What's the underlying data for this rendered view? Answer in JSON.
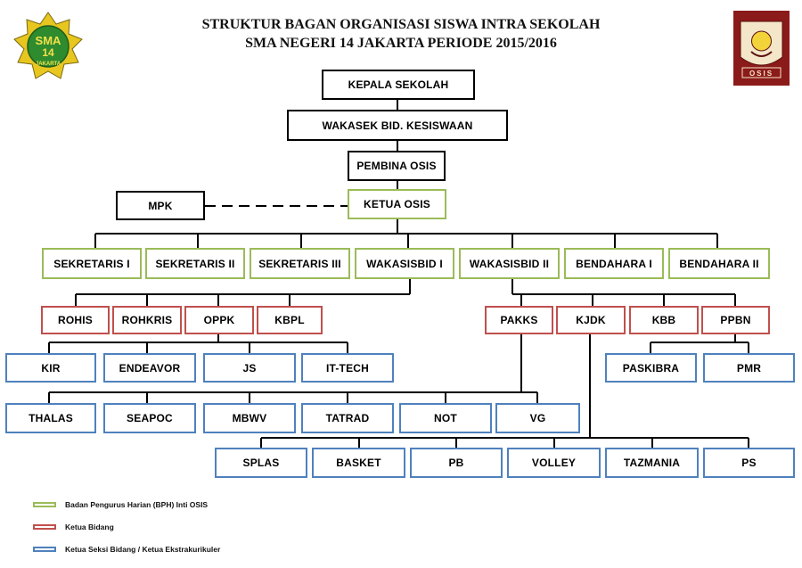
{
  "title": {
    "line1": "STRUKTUR BAGAN ORGANISASI SISWA INTRA SEKOLAH",
    "line2": "SMA NEGERI 14 JAKARTA PERIODE 2015/2016"
  },
  "logos": {
    "left": {
      "icon": "sma14-emblem-icon",
      "lines": [
        "SMA",
        "14",
        "JAKARTA"
      ]
    },
    "right": {
      "icon": "osis-emblem-icon",
      "text": "OSIS"
    }
  },
  "colors": {
    "black": "#000000",
    "green": "#9bbb59",
    "red": "#c0504d",
    "blue": "#4f81bd"
  },
  "nodes": {
    "kepala_sekolah": "KEPALA SEKOLAH",
    "wakasek": "WAKASEK BID. KESISWAAN",
    "pembina": "PEMBINA OSIS",
    "ketua": "KETUA OSIS",
    "mpk": "MPK",
    "sekretaris_1": "SEKRETARIS I",
    "sekretaris_2": "SEKRETARIS II",
    "sekretaris_3": "SEKRETARIS III",
    "wakasisbid_1": "WAKASISBID I",
    "wakasisbid_2": "WAKASISBID II",
    "bendahara_1": "BENDAHARA I",
    "bendahara_2": "BENDAHARA II",
    "rohis": "ROHIS",
    "rohkris": "ROHKRIS",
    "oppk": "OPPK",
    "kbpl": "KBPL",
    "pakks": "PAKKS",
    "kjdk": "KJDK",
    "kbb": "KBB",
    "ppbn": "PPBN",
    "kir": "KIR",
    "endeavor": "ENDEAVOR",
    "js": "JS",
    "it_tech": "IT-TECH",
    "paskibra": "PASKIBRA",
    "pmr": "PMR",
    "thalas": "THALAS",
    "seapoc": "SEAPOC",
    "mbwv": "MBWV",
    "tatrad": "TATRAD",
    "not": "NOT",
    "vg": "VG",
    "splas": "SPLAS",
    "basket": "BASKET",
    "pb": "PB",
    "volley": "VOLLEY",
    "tazmania": "TAZMANIA",
    "ps": "PS"
  },
  "legend": [
    {
      "color": "#9bbb59",
      "label": "Badan Pengurus Harian (BPH) Inti OSIS"
    },
    {
      "color": "#c0504d",
      "label": "Ketua Bidang"
    },
    {
      "color": "#4f81bd",
      "label": "Ketua Seksi Bidang / Ketua Ekstrakurikuler"
    }
  ]
}
